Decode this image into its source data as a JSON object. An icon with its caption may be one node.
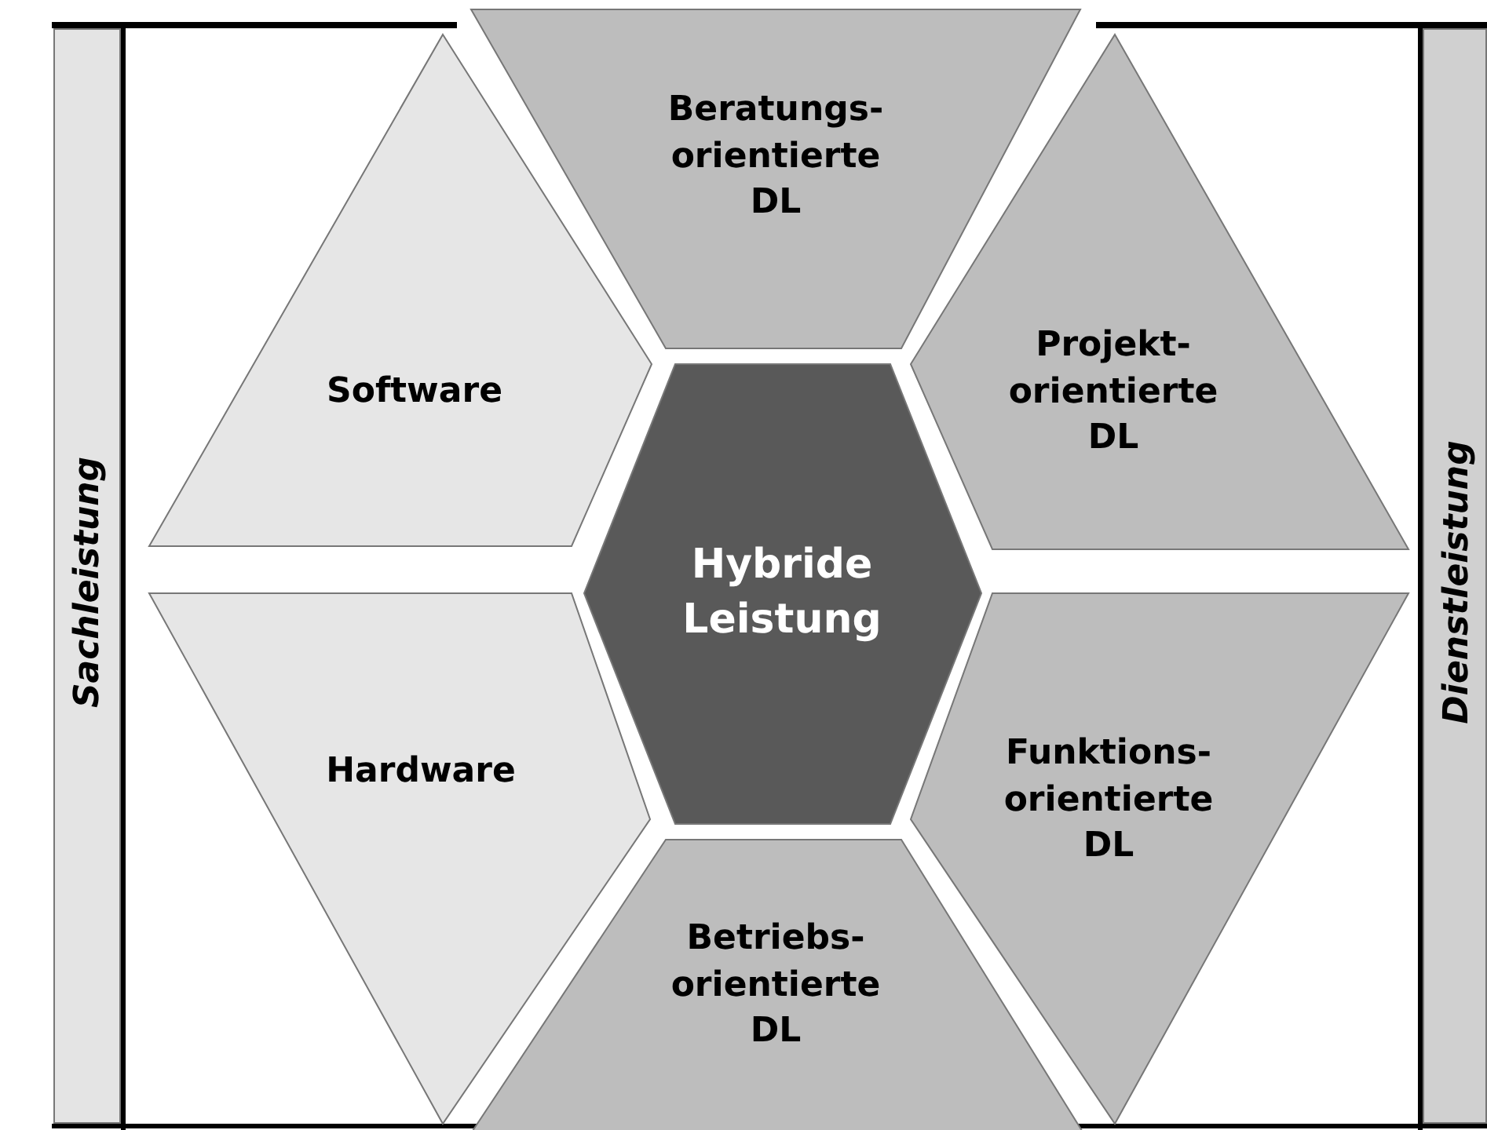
{
  "diagram": {
    "nodes": [
      {
        "text": [
          "Sachleistung"
        ]
      },
      {
        "text": [
          "Dienstleistung"
        ]
      },
      {
        "text": [
          "Beratungs- orientierte DL"
        ]
      },
      {
        "text": [
          "Software"
        ]
      },
      {
        "text": [
          "Projekt- orientierte DL"
        ]
      },
      {
        "text": [
          "Hybride Leistung"
        ]
      },
      {
        "text": [
          "Hardware"
        ]
      },
      {
        "text": [
          "Funktions- orientierte DL"
        ]
      },
      {
        "text": [
          "Betriebs- orientierte DL"
        ]
      }
    ]
  }
}
